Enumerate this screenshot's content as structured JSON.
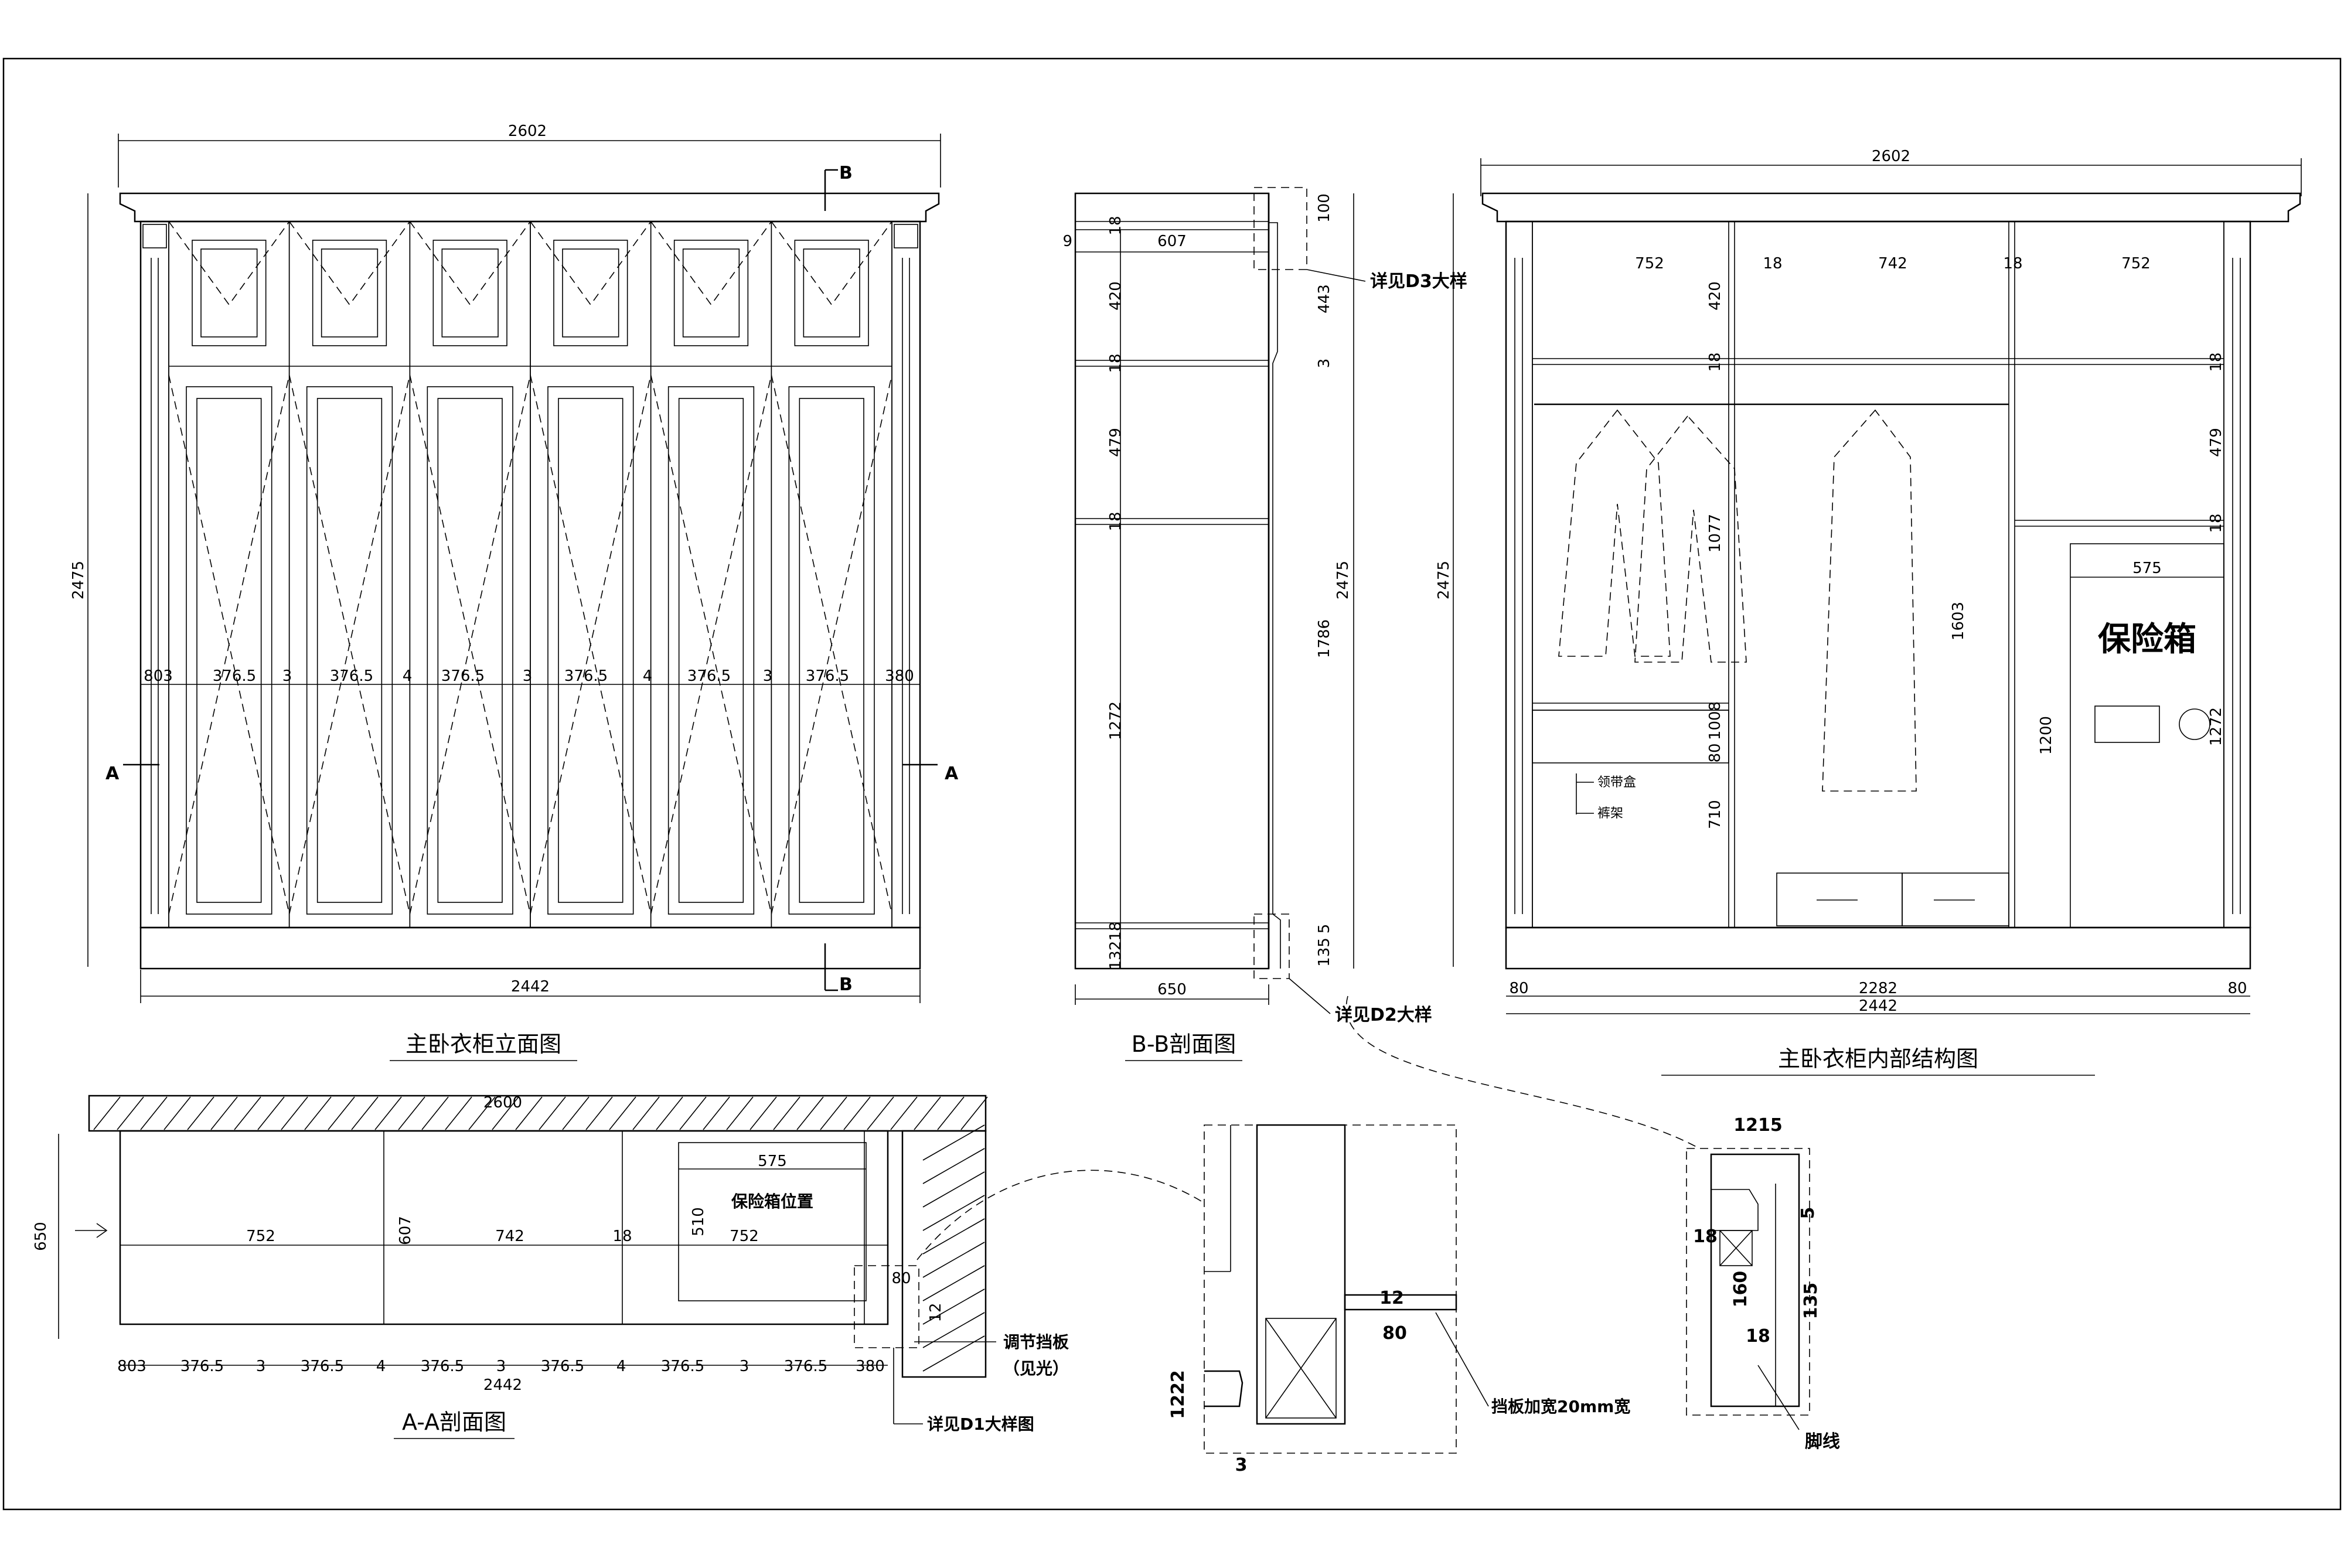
{
  "elevation": {
    "title": "主卧衣柜立面图",
    "overall_width": "2602",
    "overall_height": "2475",
    "base_width": "2442",
    "section_b": "B",
    "section_a": "A",
    "bottom_dims": [
      "803",
      "376.5",
      "3",
      "376.5",
      "4",
      "376.5",
      "3",
      "376.5",
      "4",
      "376.5",
      "3",
      "376.5",
      "380"
    ]
  },
  "section_bb": {
    "title": "B-B剖面图",
    "left_dims": [
      "18",
      "420",
      "18",
      "479",
      "18",
      "1272",
      "13218"
    ],
    "top_dims": [
      "9",
      "607"
    ],
    "right_dims": [
      "100",
      "443",
      "3",
      "2475",
      "1786",
      "135",
      "5"
    ],
    "right_top": "3",
    "depth": "650",
    "callout_d3": "详见D3大样",
    "callout_d2": "详见D2大样"
  },
  "interior": {
    "title": "主卧衣柜内部结构图",
    "overall_width": "2602",
    "overall_height": "2475",
    "top_dims": [
      "752",
      "18",
      "742",
      "18",
      "752"
    ],
    "heights": [
      "420",
      "18",
      "1077",
      "1603",
      "1008",
      "80",
      "710"
    ],
    "right_heights": [
      "18",
      "479",
      "18",
      "1272",
      "1200"
    ],
    "safe_label": "保险箱",
    "safe_width": "575",
    "tie_box": "领带盒",
    "pants_rack": "裤架",
    "bottom_dims": [
      "80",
      "2282",
      "80"
    ],
    "base_width": "2442"
  },
  "section_aa": {
    "title": "A-A剖面图",
    "width": "2600",
    "depth": "650",
    "dims_top": [
      "575",
      "752",
      "607",
      "742",
      "18",
      "752",
      "510",
      "80",
      "12"
    ],
    "safe_position": "保险箱位置",
    "bottom_dims": [
      "803",
      "376.5",
      "3",
      "376.5",
      "4",
      "376.5",
      "3",
      "376.5",
      "4",
      "376.5",
      "3",
      "376.5",
      "380"
    ],
    "base_width": "2442",
    "adjust_board": "调节挡板",
    "adjust_board_note": "（见光）",
    "callout_d1": "详见D1大样图"
  },
  "detail_d1": {
    "dims": [
      "12",
      "80",
      "1222",
      "3"
    ],
    "note": "挡板加宽20mm宽"
  },
  "detail_d2": {
    "dims": [
      "1215",
      "5",
      "18",
      "160",
      "135",
      "18"
    ],
    "note": "脚线"
  }
}
